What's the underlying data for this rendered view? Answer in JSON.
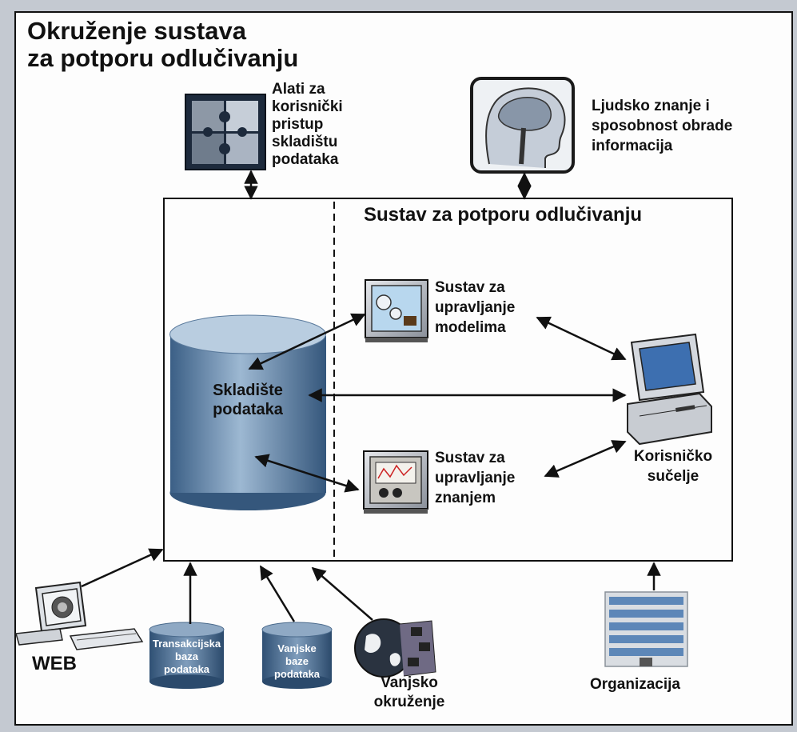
{
  "environment": {
    "title_line1": "Okruženje sustava",
    "title_line2": "za potporu odlučivanju"
  },
  "tools": {
    "line1": "Alati za",
    "line2": "korisnički",
    "line3": "pristup",
    "line4": "skladištu",
    "line5": "podataka",
    "icon": "puzzle-icon"
  },
  "human": {
    "line1": "Ljudsko znanje i",
    "line2": "sposobnost obrade",
    "line3": "informacija",
    "icon": "head-brain-icon"
  },
  "dss": {
    "title": "Sustav za potporu odlučivanju"
  },
  "warehouse": {
    "line1": "Skladište",
    "line2": "podataka"
  },
  "model_mgmt": {
    "line1": "Sustav za",
    "line2": "upravljanje",
    "line3": "modelima",
    "icon": "safe-gears-icon"
  },
  "knowledge_mgmt": {
    "line1": "Sustav za",
    "line2": "upravljanje",
    "line3": "znanjem",
    "icon": "safe-gauge-icon"
  },
  "user_interface": {
    "line1": "Korisničko",
    "line2": "sučelje",
    "icon": "computer-icon"
  },
  "sources": {
    "web": {
      "label": "WEB",
      "icon": "web-computer-icon"
    },
    "transactional_db": {
      "line1": "Transakcijska",
      "line2": "baza",
      "line3": "podataka"
    },
    "external_db": {
      "line1": "Vanjske",
      "line2": "baze",
      "line3": "podataka"
    },
    "external_env": {
      "line1": "Vanjsko",
      "line2": "okruženje",
      "icon": "globe-network-icon"
    },
    "organization": {
      "label": "Organizacija",
      "icon": "building-icon"
    }
  }
}
